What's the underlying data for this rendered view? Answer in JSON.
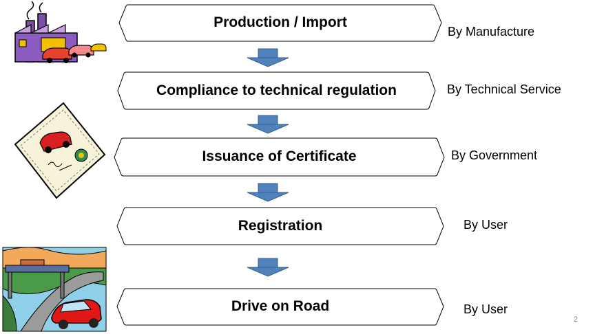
{
  "steps": [
    {
      "label": "Production  /  Import",
      "actor": "By Manufacture"
    },
    {
      "label": "Compliance to technical regulation",
      "actor": "By Technical Service"
    },
    {
      "label": "Issuance of Certificate",
      "actor": "By Government"
    },
    {
      "label": "Registration",
      "actor": "By User"
    },
    {
      "label": "Drive on Road",
      "actor": "By User"
    }
  ],
  "page_number": "2",
  "colors": {
    "arrow": "#4f81bd",
    "arrow_edge": "#385d8a",
    "box_stroke": "#000000"
  }
}
